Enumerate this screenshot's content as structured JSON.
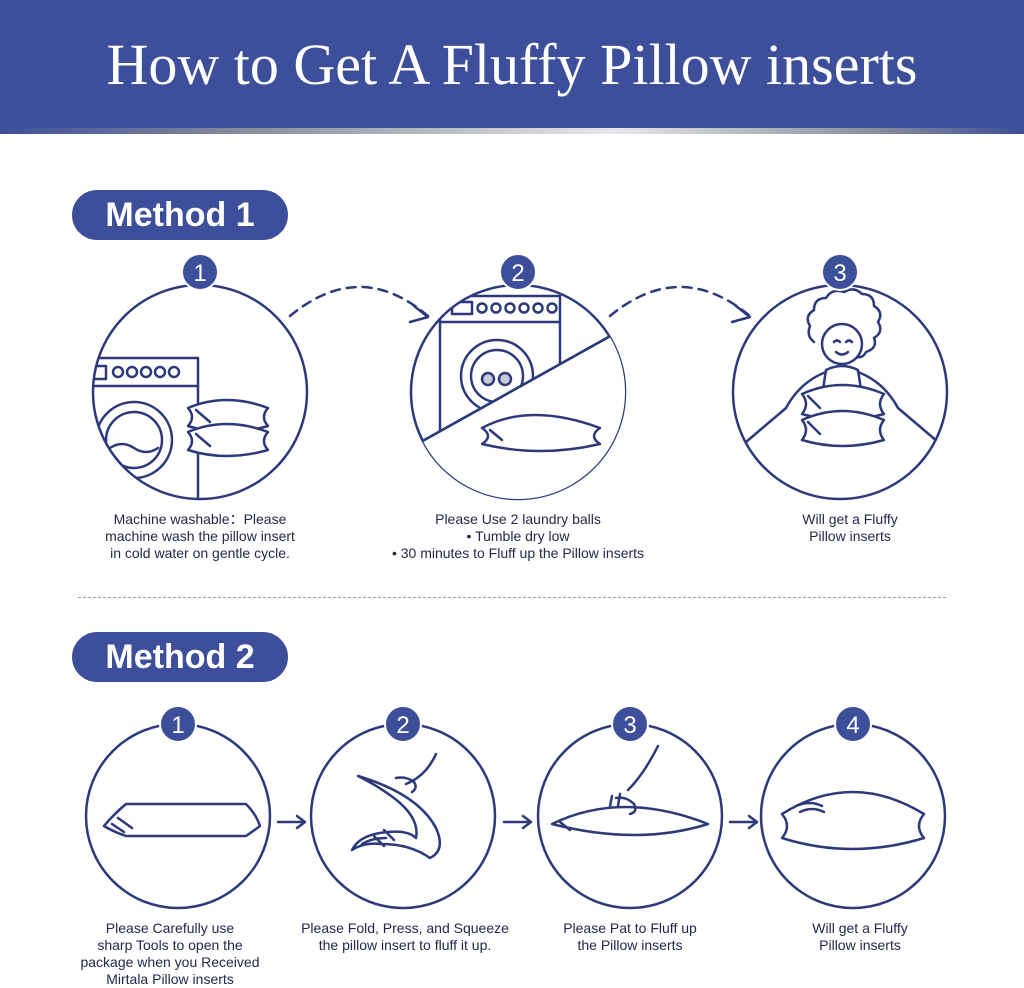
{
  "header": {
    "title": "How to Get A Fluffy Pillow inserts"
  },
  "colors": {
    "brand": "#3d4f9a",
    "ink": "#2d3a7a",
    "text": "#23284a"
  },
  "method1": {
    "label": "Method 1",
    "steps": [
      {
        "number": "1",
        "icon": "washing-machine-with-pillows-icon",
        "caption": [
          "Machine washable：Please",
          "machine wash the pillow insert",
          "in cold water on gentle cycle."
        ]
      },
      {
        "number": "2",
        "icon": "dryer-with-laundry-balls-icon",
        "caption": [
          "Please Use 2 laundry balls",
          "• Tumble dry low",
          "• 30 minutes to Fluff up the Pillow inserts"
        ]
      },
      {
        "number": "3",
        "icon": "girl-with-fluffy-pillows-icon",
        "caption": [
          "Will get a Fluffy",
          "Pillow inserts"
        ]
      }
    ]
  },
  "method2": {
    "label": "Method 2",
    "steps": [
      {
        "number": "1",
        "icon": "flat-pillow-icon",
        "caption": [
          "Please Carefully use",
          "sharp Tools to open the",
          "package when you Received",
          "Mirtala Pillow inserts"
        ]
      },
      {
        "number": "2",
        "icon": "fold-pillow-hand-icon",
        "caption": [
          "Please Fold, Press, and Squeeze",
          "the pillow insert to fluff it up."
        ]
      },
      {
        "number": "3",
        "icon": "pat-pillow-hand-icon",
        "caption": [
          "Please Pat to Fluff up",
          "the Pillow inserts"
        ]
      },
      {
        "number": "4",
        "icon": "fluffy-pillow-icon",
        "caption": [
          "Will get a Fluffy",
          "Pillow inserts"
        ]
      }
    ]
  }
}
